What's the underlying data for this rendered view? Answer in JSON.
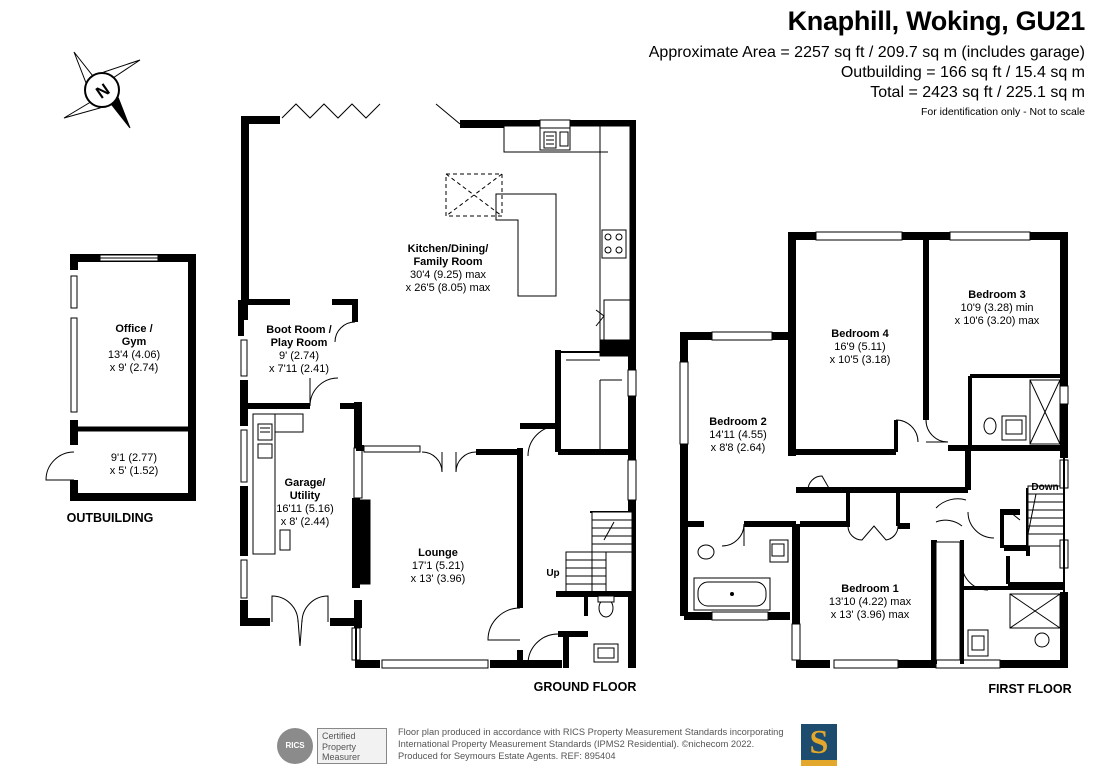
{
  "header": {
    "title": "Knaphill, Woking, GU21",
    "area_total_main": "Approximate Area = 2257 sq ft / 209.7 sq m (includes garage)",
    "area_outbuilding": "Outbuilding = 166 sq ft / 15.4 sq m",
    "area_total": "Total = 2423 sq ft / 225.1 sq m",
    "disclaimer": "For identification only - Not to scale"
  },
  "compass": {
    "label": "N",
    "icon": "compass-icon"
  },
  "outbuilding": {
    "label": "OUTBUILDING",
    "rooms": [
      {
        "name": "Office /",
        "name2": "Gym",
        "dim1": "13'4 (4.06)",
        "dim2": "x 9' (2.74)"
      },
      {
        "name": "",
        "name2": "",
        "dim1": "9'1 (2.77)",
        "dim2": "x 5' (1.52)"
      }
    ]
  },
  "ground_floor": {
    "label": "GROUND FLOOR",
    "kitchen": {
      "name1": "Kitchen/Dining/",
      "name2": "Family Room",
      "dim1": "30'4 (9.25) max",
      "dim2": "x 26'5 (8.05) max"
    },
    "boot_room": {
      "name1": "Boot Room /",
      "name2": "Play Room",
      "dim1": "9' (2.74)",
      "dim2": "x 7'11 (2.41)"
    },
    "garage": {
      "name1": "Garage/",
      "name2": "Utility",
      "dim1": "16'11 (5.16)",
      "dim2": "x 8' (2.44)"
    },
    "lounge": {
      "name1": "Lounge",
      "dim1": "17'1 (5.21)",
      "dim2": "x 13' (3.96)"
    },
    "stairs_label": "Up"
  },
  "first_floor": {
    "label": "FIRST FLOOR",
    "bedroom4": {
      "name": "Bedroom 4",
      "dim1": "16'9 (5.11)",
      "dim2": "x 10'5 (3.18)"
    },
    "bedroom3": {
      "name": "Bedroom 3",
      "dim1": "10'9 (3.28) min",
      "dim2": "x 10'6 (3.20) max"
    },
    "bedroom2": {
      "name": "Bedroom 2",
      "dim1": "14'11 (4.55)",
      "dim2": "x 8'8 (2.64)"
    },
    "bedroom1": {
      "name": "Bedroom 1",
      "dim1": "13'10 (4.22) max",
      "dim2": "x 13' (3.96) max"
    },
    "stairs_label": "Down"
  },
  "footer": {
    "line1": "Floor plan produced in accordance with RICS Property Measurement Standards incorporating",
    "line2": "International Property Measurement Standards (IPMS2 Residential).  ©nichecom 2022.",
    "line3": "Produced for Seymours Estate Agents.   REF: 895404",
    "rics_badge": "RICS",
    "rics_line1": "Certified",
    "rics_line2": "Property",
    "rics_line3": "Measurer",
    "agent_logo": "S"
  },
  "colors": {
    "wall": "#000000",
    "fixture": "#333333",
    "agent_blue": "#1e4c6e",
    "agent_gold": "#e3a82b"
  }
}
